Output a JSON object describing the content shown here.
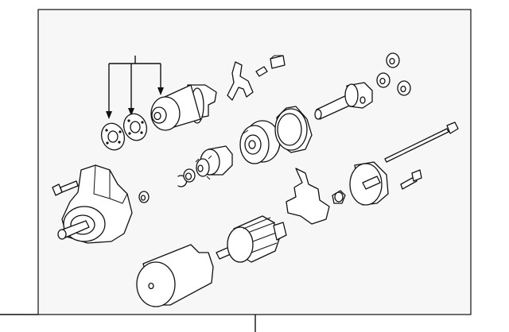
{
  "diagram": {
    "title": "",
    "labels": [],
    "colors": {
      "panel_bg": "#f7f7f7",
      "stroke": "#111111",
      "page_bg": "#ffffff"
    },
    "parts": [
      "callout-bracket",
      "solenoid",
      "gasket-outer",
      "gasket-inner",
      "shift-lever",
      "shift-lever-plate",
      "shift-lever-pin",
      "drive-pinion",
      "snap-ring",
      "stop-collar",
      "pinion-clutch",
      "planetary-pulley",
      "gear-housing-cover",
      "output-shaft",
      "planet-gear-1",
      "planet-gear-2",
      "planet-gear-3",
      "through-bolt",
      "drive-end-housing",
      "mount-bolt",
      "bushing",
      "brush-holder",
      "armature",
      "field-frame-yoke",
      "commutator-end-frame",
      "frame-screw",
      "frame-bearing"
    ]
  }
}
